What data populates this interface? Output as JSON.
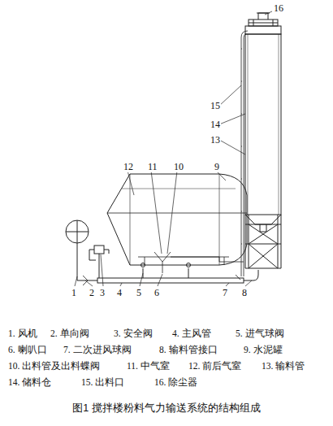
{
  "diagram": {
    "caption": "图1  搅拌楼粉料气力输送系统的结构组成",
    "labels": [
      "16",
      "15",
      "14",
      "13",
      "12",
      "11",
      "10",
      "9",
      "1",
      "2",
      "3",
      "4",
      "5",
      "6",
      "7",
      "8",
      "1. 风机",
      "2. 单向阀",
      "3. 安全阀",
      "4. 主风管",
      "5. 进气球阀",
      "6. 喇叭口",
      "7. 二次进风球阀",
      "8. 输料管接口",
      "9. 水泥罐",
      "10. 出料管及出料蝶阀",
      "11. 中气室",
      "12. 前后气室",
      "13. 输料管",
      "14. 储料仓",
      "15. 出料口",
      "16. 除尘器"
    ]
  }
}
